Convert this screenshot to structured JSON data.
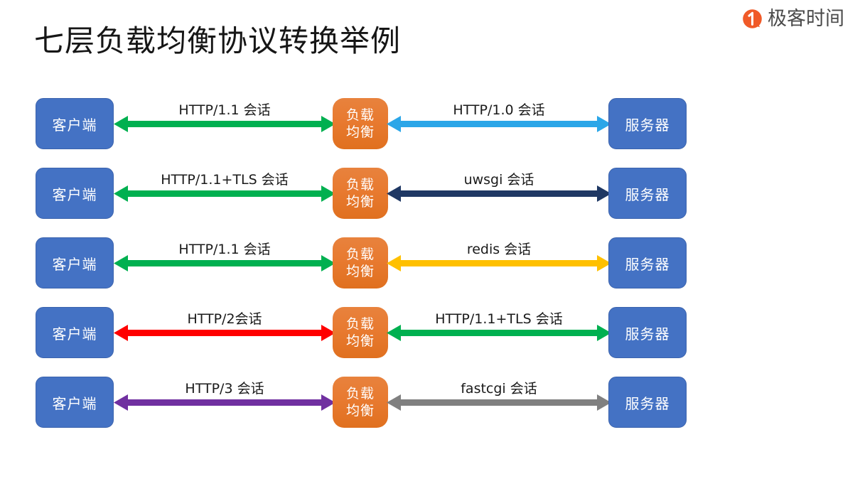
{
  "brand": {
    "name": "极客时间",
    "mark_icon": "geektime-circle-logo-icon",
    "mark_color": "#F05A28"
  },
  "title": "七层负载均衡协议转换举例",
  "diagram": {
    "type": "flow",
    "node_labels": {
      "client": "客户端",
      "load_balancer": "负载\n均衡",
      "server": "服务器"
    },
    "node_colors": {
      "client": "#4472C4",
      "load_balancer": "#ED7D31",
      "server": "#4472C4"
    },
    "rows": [
      {
        "client": "客户端",
        "load_balancer": "负载\n均衡",
        "server": "服务器",
        "left_label": "HTTP/1.1 会话",
        "left_color": "#00B050",
        "right_label": "HTTP/1.0 会话",
        "right_color": "#2BA6E8"
      },
      {
        "client": "客户端",
        "load_balancer": "负载\n均衡",
        "server": "服务器",
        "left_label": "HTTP/1.1+TLS 会话",
        "left_color": "#00B050",
        "right_label": "uwsgi 会话",
        "right_color": "#1F3864"
      },
      {
        "client": "客户端",
        "load_balancer": "负载\n均衡",
        "server": "服务器",
        "left_label": "HTTP/1.1 会话",
        "left_color": "#00B050",
        "right_label": "redis 会话",
        "right_color": "#FFC000"
      },
      {
        "client": "客户端",
        "load_balancer": "负载\n均衡",
        "server": "服务器",
        "left_label": "HTTP/2会话",
        "left_color": "#FF0000",
        "right_label": "HTTP/1.1+TLS 会话",
        "right_color": "#00B050"
      },
      {
        "client": "客户端",
        "load_balancer": "负载\n均衡",
        "server": "服务器",
        "left_label": "HTTP/3 会话",
        "left_color": "#7030A0",
        "right_label": "fastcgi 会话",
        "right_color": "#808080"
      }
    ]
  }
}
